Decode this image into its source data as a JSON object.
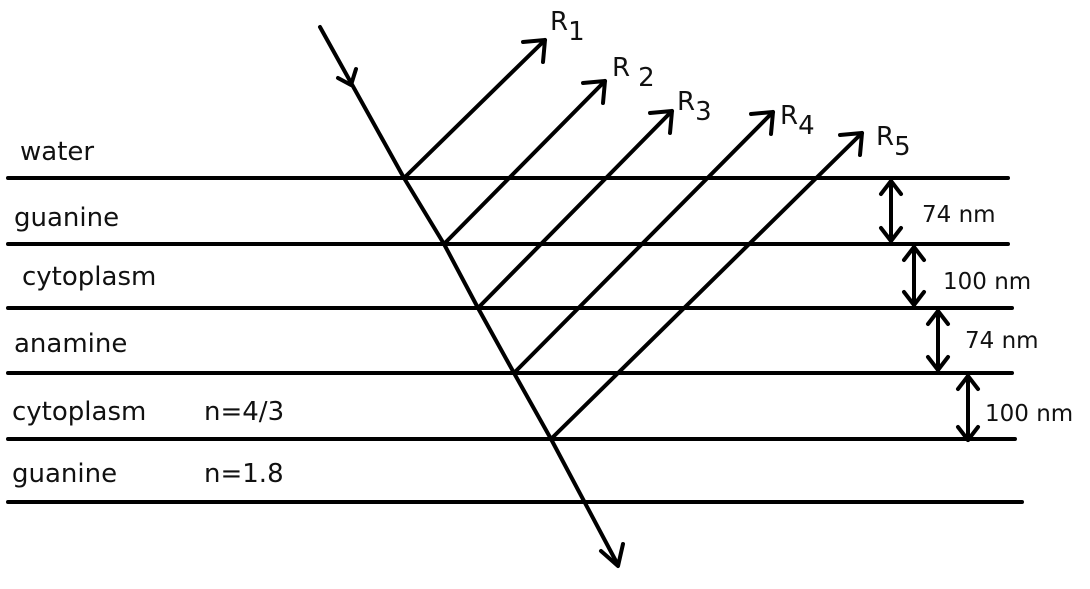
{
  "layers": [
    {
      "label": "water",
      "index": ""
    },
    {
      "label": "guanine",
      "index": ""
    },
    {
      "label": "cytoplasm",
      "index": ""
    },
    {
      "label": "anamine",
      "index": ""
    },
    {
      "label": "cytoplasm",
      "index": "n=4/3"
    },
    {
      "label": "guanine",
      "index": "n=1.8"
    }
  ],
  "rays": [
    {
      "letter": "R",
      "sub": "1"
    },
    {
      "letter": "R",
      "sub": "2"
    },
    {
      "letter": "R",
      "sub": "3"
    },
    {
      "letter": "R",
      "sub": "4"
    },
    {
      "letter": "R",
      "sub": "5"
    }
  ],
  "thicknesses": [
    "74 nm",
    "100 nm",
    "74 nm",
    "100 nm"
  ]
}
